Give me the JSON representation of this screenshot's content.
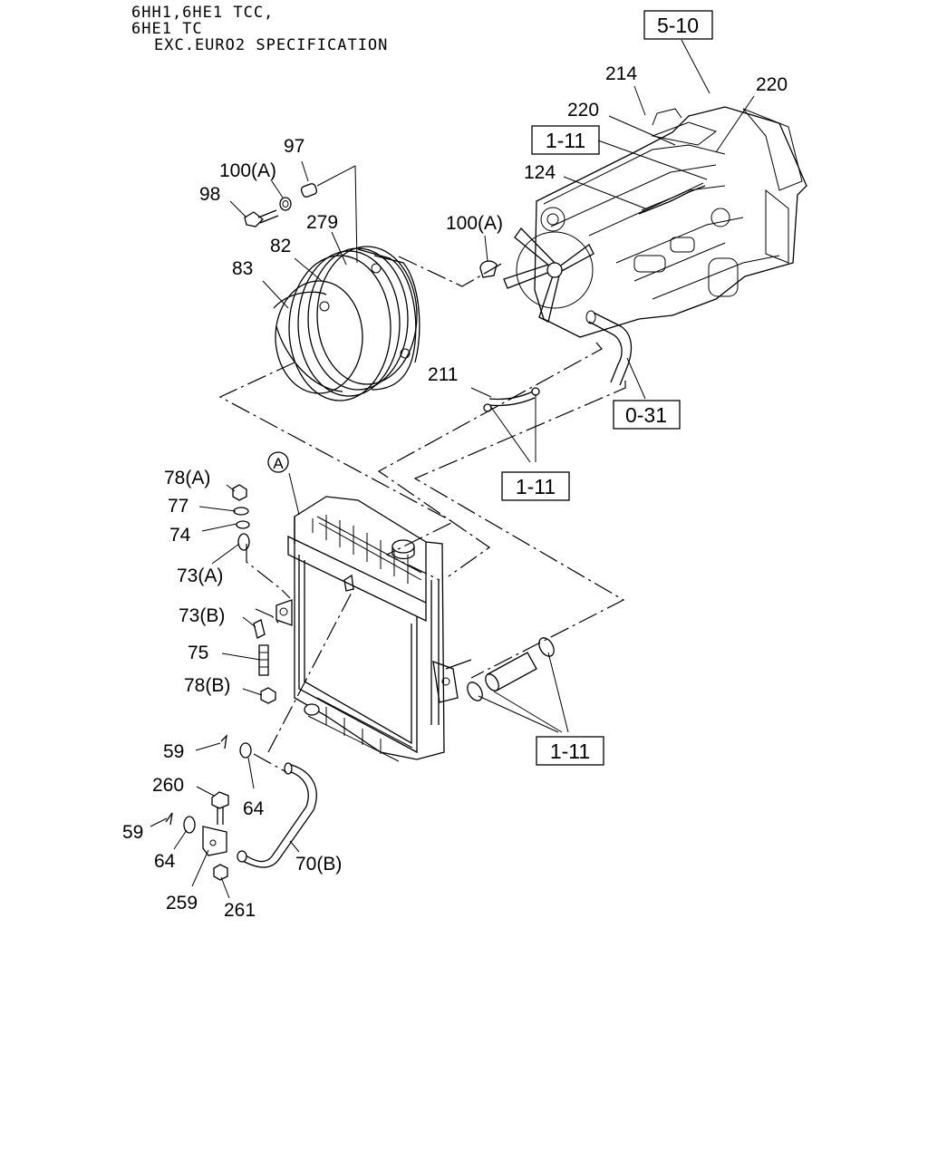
{
  "header": {
    "line1": "6HH1,6HE1 TCC,",
    "line2": "6HE1 TC",
    "line3": "EXC.EURO2 SPECIFICATION"
  },
  "refs": {
    "r_5_10": "5-10",
    "r_1_11_top": "1-11",
    "r_0_31": "0-31",
    "r_1_11_mid": "1-11",
    "r_1_11_bot": "1-11",
    "circle_a": "A"
  },
  "labels": {
    "p214": "214",
    "p220a": "220",
    "p220b": "220",
    "p124": "124",
    "p97": "97",
    "p100a_top": "100(A)",
    "p98": "98",
    "p279": "279",
    "p82": "82",
    "p83": "83",
    "p100a_mid": "100(A)",
    "p211": "211",
    "p78a": "78(A)",
    "p77": "77",
    "p74": "74",
    "p73a": "73(A)",
    "p73b": "73(B)",
    "p75": "75",
    "p78b": "78(B)",
    "p59a": "59",
    "p64a": "64",
    "p260": "260",
    "p59b": "59",
    "p64b": "64",
    "p259": "259",
    "p261": "261",
    "p70b": "70(B)"
  }
}
